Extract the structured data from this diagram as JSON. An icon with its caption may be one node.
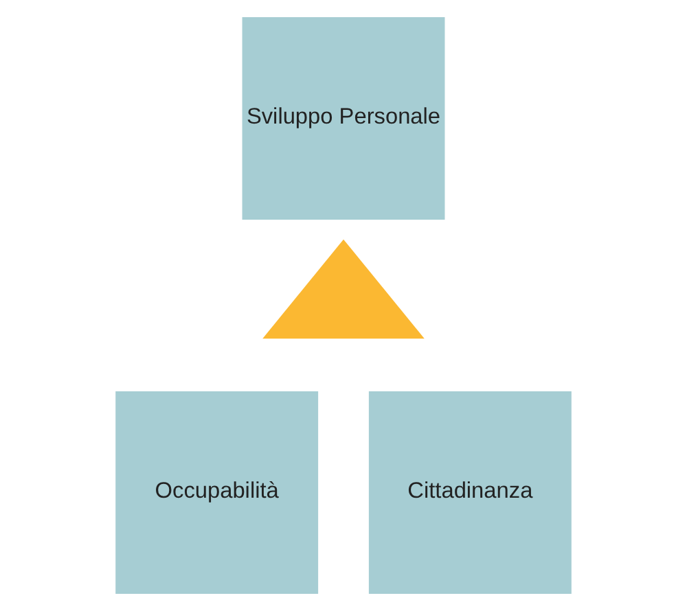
{
  "diagram": {
    "nodes": [
      {
        "text": [
          "Sviluppo Personale"
        ]
      },
      {
        "text": [],
        "shape": "triangle"
      },
      {
        "text": [
          "Occupabilità"
        ]
      },
      {
        "text": [
          "Cittadinanza"
        ]
      }
    ]
  }
}
